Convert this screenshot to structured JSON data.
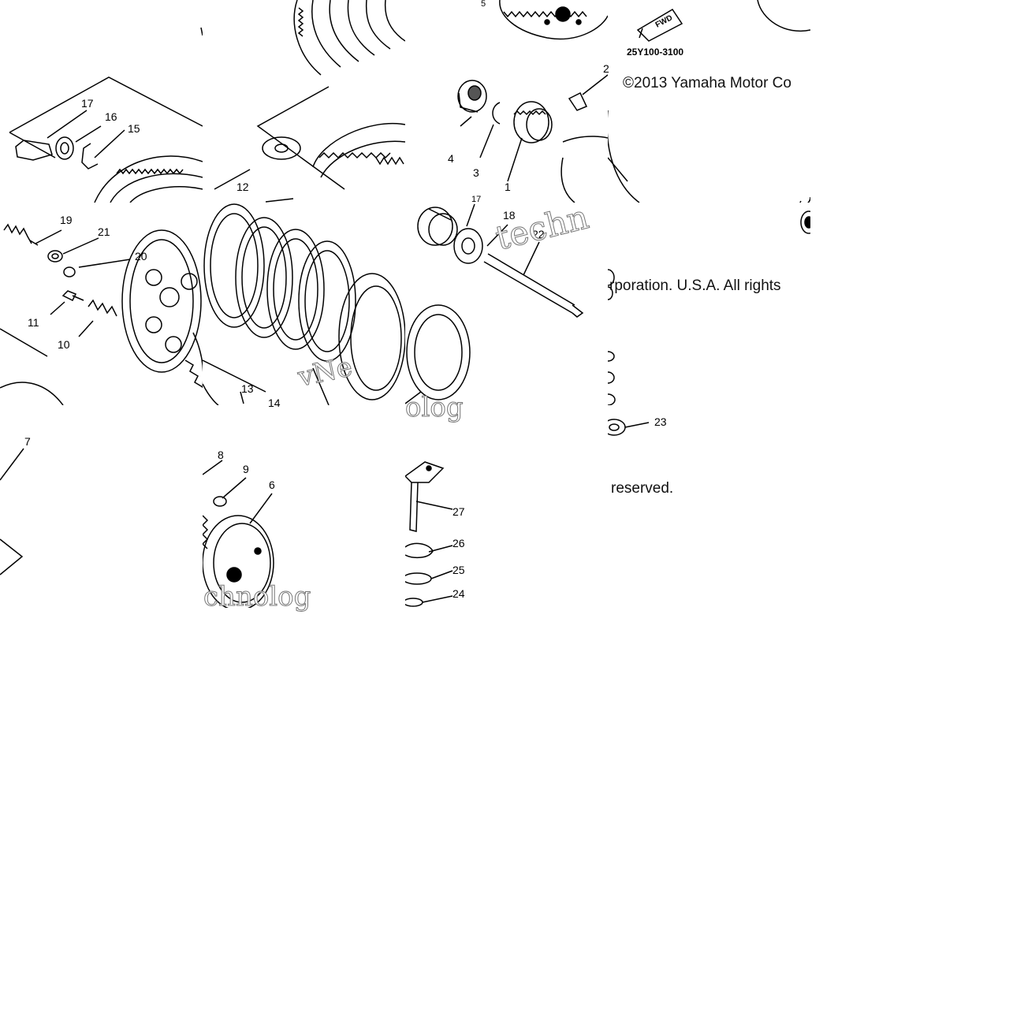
{
  "diagram": {
    "copyright": {
      "part1": "©2013 Yamaha Motor Co",
      "part2": "rporation. U.S.A. All rights",
      "part3": "reserved."
    },
    "part_code": "25Y100-3100",
    "fwd_label": "FWD",
    "watermarks": [
      "techn",
      "vNe",
      "olog",
      "chnolog"
    ],
    "callouts": {
      "c17": "17",
      "c16": "16",
      "c15": "15",
      "c12": "12",
      "c19": "19",
      "c21": "21",
      "c20": "20",
      "c11": "11",
      "c10": "10",
      "c13": "13",
      "c14": "14",
      "c7": "7",
      "c8": "8",
      "c9": "9",
      "c6": "6",
      "c4": "4",
      "c3": "3",
      "c1": "1",
      "c18": "18",
      "c22": "22",
      "c27": "27",
      "c26": "26",
      "c25": "25",
      "c24": "24",
      "c23": "23",
      "c5": "5",
      "c2": "2",
      "c17b": "17"
    }
  }
}
